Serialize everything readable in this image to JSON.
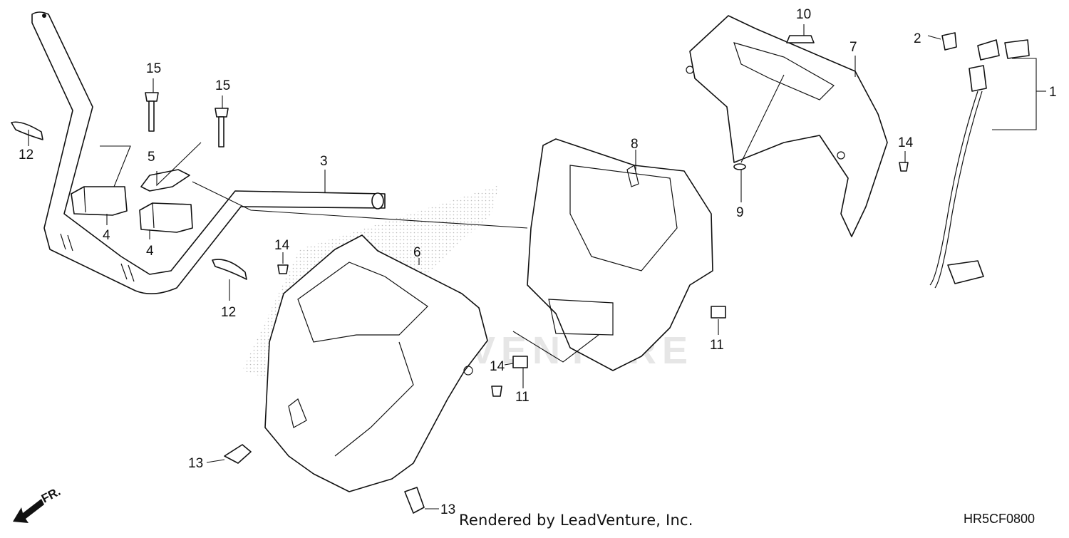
{
  "callouts": {
    "p1": "1",
    "p2": "2",
    "p3": "3",
    "p4a": "4",
    "p4b": "4",
    "p5": "5",
    "p6": "6",
    "p7": "7",
    "p8": "8",
    "p9": "9",
    "p10": "10",
    "p11a": "11",
    "p11b": "11",
    "p12a": "12",
    "p12b": "12",
    "p13a": "13",
    "p13b": "13",
    "p14a": "14",
    "p14b": "14",
    "p14c": "14",
    "p15a": "15",
    "p15b": "15"
  },
  "direction": {
    "label": "FR."
  },
  "credit": "Rendered by LeadVenture, Inc.",
  "diagram_code": "HR5CF0800",
  "watermark": "LEADVENTURE",
  "icons": {
    "direction": "front-arrow-icon"
  }
}
